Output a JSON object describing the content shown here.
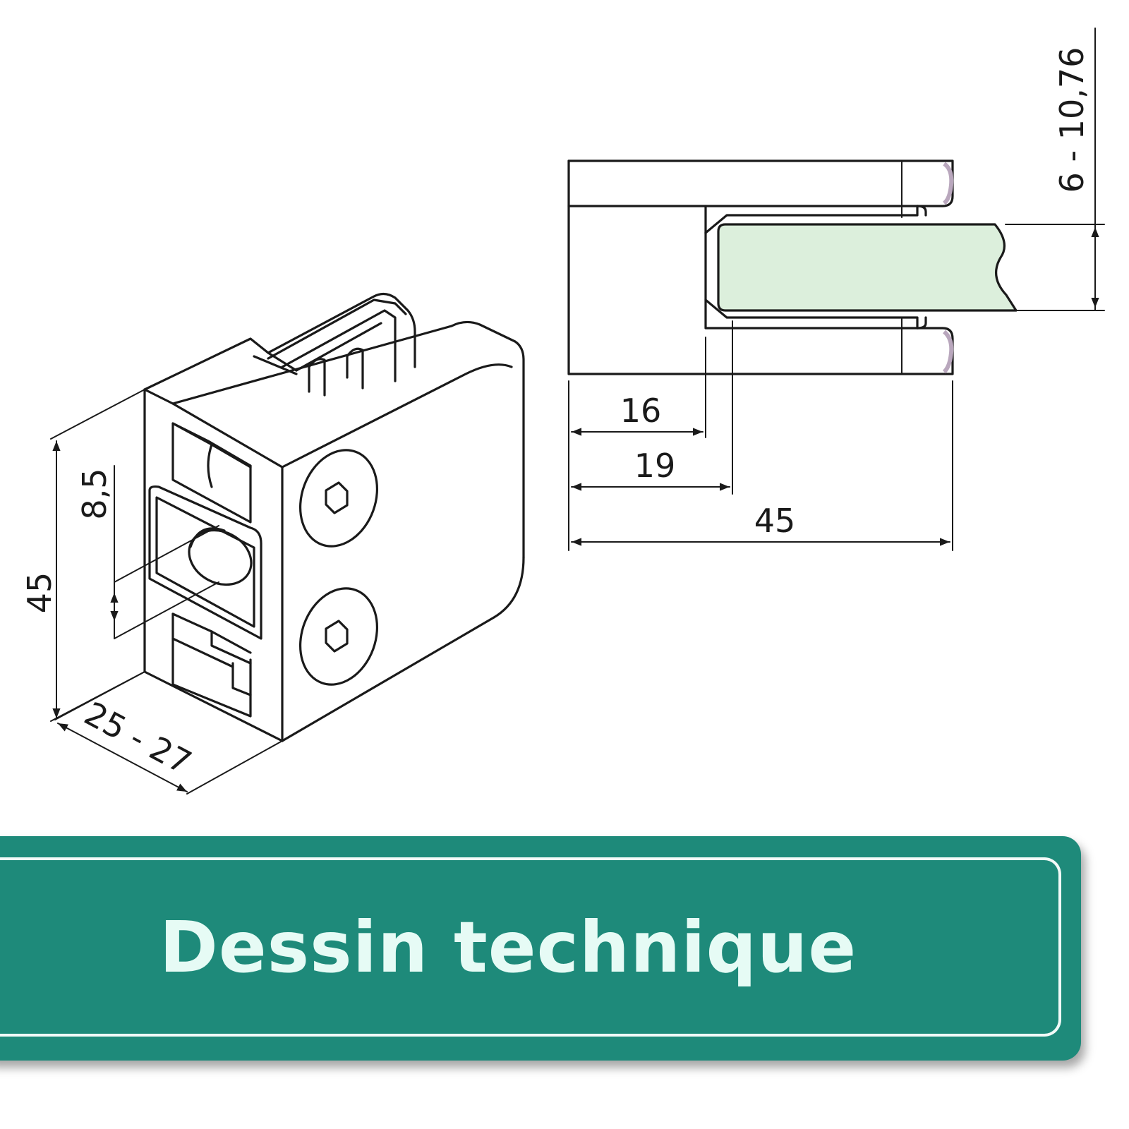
{
  "banner": {
    "title": "Dessin technique"
  },
  "colors": {
    "banner": "#1e8a7a",
    "banner_text": "#e6fbf5",
    "glass": "#dcefdc",
    "line": "#1a1a1a"
  },
  "dimensions": {
    "iso_height": "45",
    "iso_bore_offset": "8,5",
    "iso_depth": "25 - 27",
    "glass_thickness": "6 - 10,76",
    "depth_16": "16",
    "depth_19": "19",
    "width_45": "45"
  }
}
